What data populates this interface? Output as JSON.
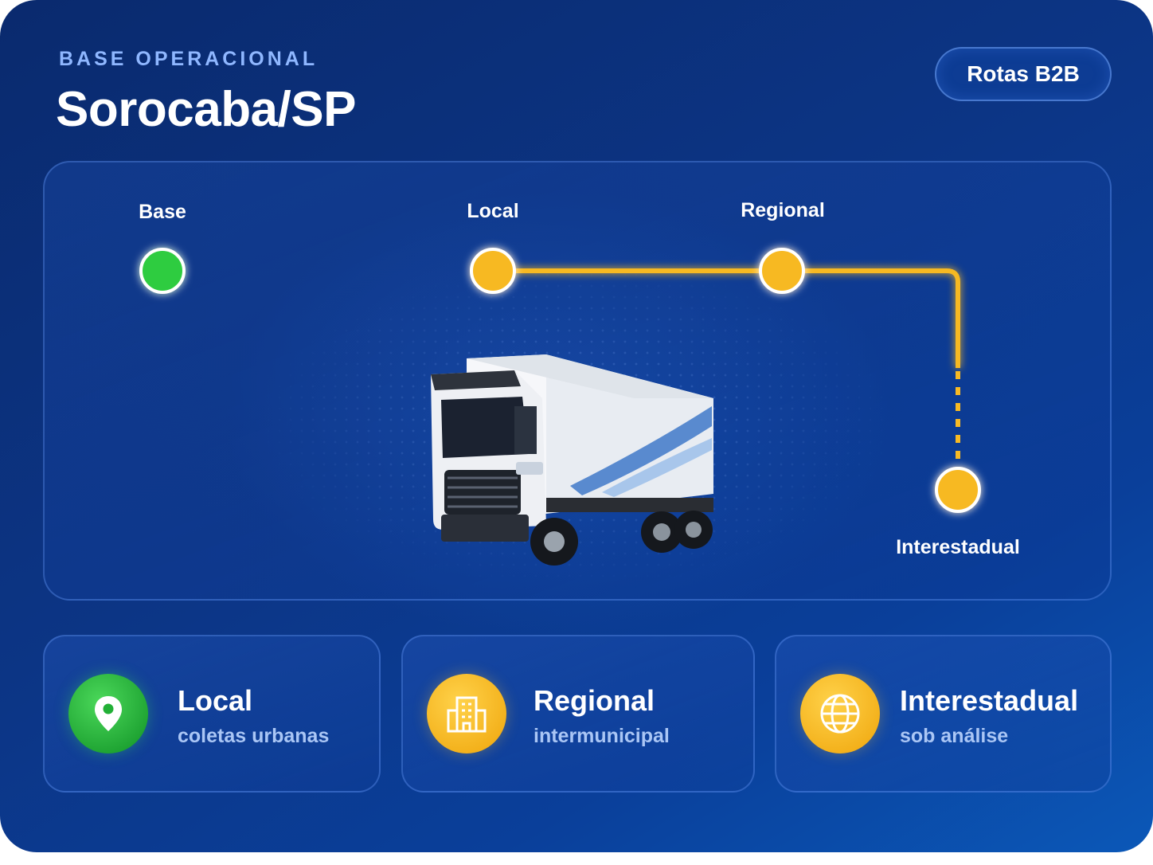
{
  "header": {
    "eyebrow": "BASE OPERACIONAL",
    "title": "Sorocaba/SP",
    "badge": "Rotas B2B"
  },
  "route": {
    "stops": [
      {
        "label": "Base",
        "status": "active",
        "color": "#2ecc40"
      },
      {
        "label": "Local",
        "status": "available",
        "color": "#f7b924"
      },
      {
        "label": "Regional",
        "status": "available",
        "color": "#f7b924"
      },
      {
        "label": "Interestadual",
        "status": "pending",
        "color": "#f7b924"
      }
    ],
    "illustration": "delivery-truck"
  },
  "cards": [
    {
      "icon": "map-pin-icon",
      "title": "Local",
      "subtitle": "coletas urbanas",
      "accent": "#2ecc40"
    },
    {
      "icon": "buildings-icon",
      "title": "Regional",
      "subtitle": "intermunicipal",
      "accent": "#f7b924"
    },
    {
      "icon": "globe-icon",
      "title": "Interestadual",
      "subtitle": "sob análise",
      "accent": "#f7b924"
    }
  ],
  "colors": {
    "background": "#0c3585",
    "green": "#2ecc40",
    "yellow": "#f7b924",
    "accent_text": "#8fb7ff"
  }
}
